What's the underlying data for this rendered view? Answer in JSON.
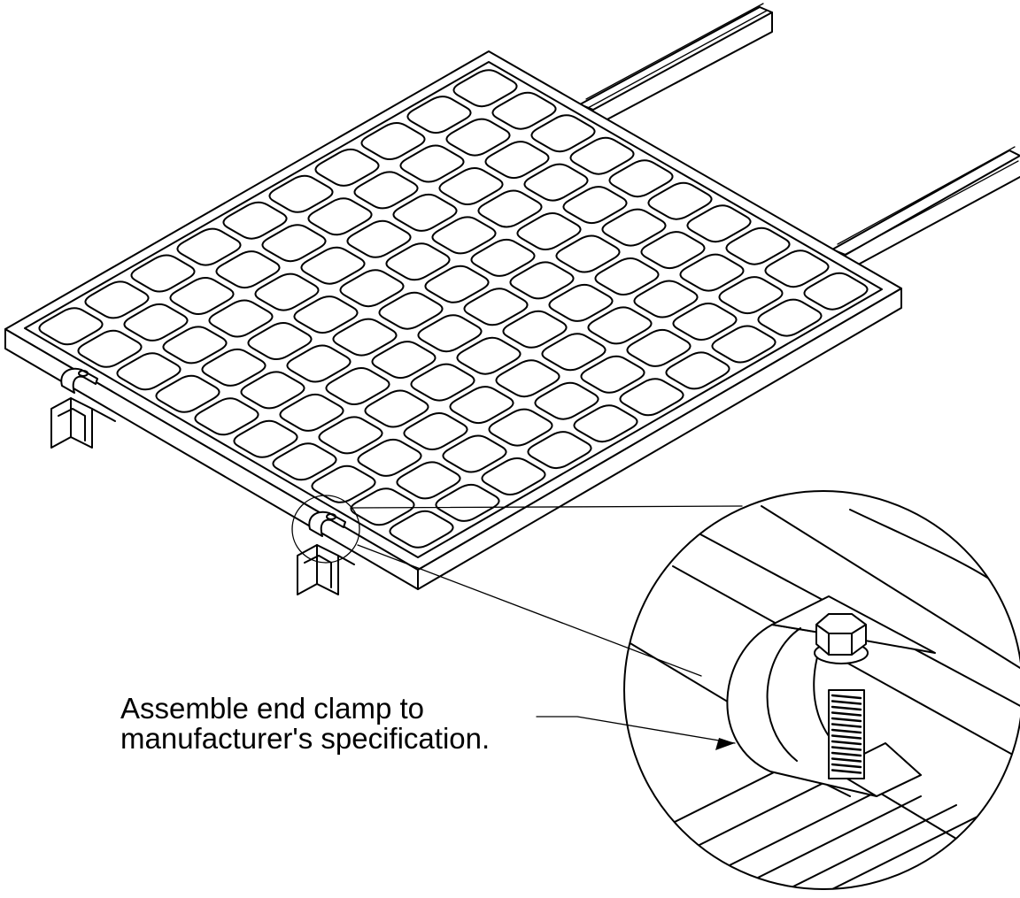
{
  "diagram": {
    "panel": {
      "cell_rows": 10,
      "cell_cols": 10
    },
    "callout": {
      "line1": "Assemble end clamp to",
      "line2": "manufacturer's specification."
    }
  }
}
